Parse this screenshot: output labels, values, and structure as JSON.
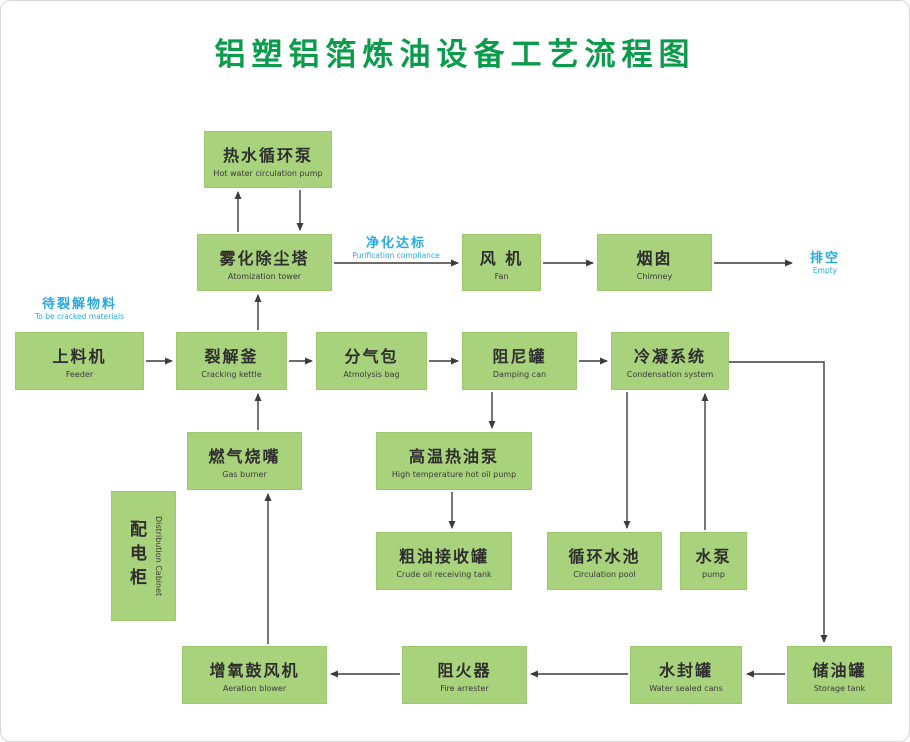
{
  "title": "铝塑铝箔炼油设备工艺流程图",
  "colors": {
    "box": "#a9d27c",
    "title": "#0a9b4b",
    "annotation": "#2aa9df",
    "arrow": "#3c3c3c"
  },
  "nodes": [
    {
      "id": "hot-water-circulation-pump",
      "zh": "热水循环泵",
      "en": "Hot water circulation pump"
    },
    {
      "id": "atomization-tower",
      "zh": "雾化除尘塔",
      "en": "Atomization tower"
    },
    {
      "id": "fan",
      "zh": "风 机",
      "en": "Fan"
    },
    {
      "id": "chimney",
      "zh": "烟囱",
      "en": "Chimney"
    },
    {
      "id": "feeder",
      "zh": "上料机",
      "en": "Feeder"
    },
    {
      "id": "cracking-kettle",
      "zh": "裂解釜",
      "en": "Cracking kettle"
    },
    {
      "id": "atmolysis-bag",
      "zh": "分气包",
      "en": "Atmolysis bag"
    },
    {
      "id": "damping-can",
      "zh": "阻尼罐",
      "en": "Damping can"
    },
    {
      "id": "condensation-system",
      "zh": "冷凝系统",
      "en": "Condensation system"
    },
    {
      "id": "gas-burner",
      "zh": "燃气烧嘴",
      "en": "Gas burner"
    },
    {
      "id": "high-temperature-hot-oil-pump",
      "zh": "高温热油泵",
      "en": "High temperature hot oil pump"
    },
    {
      "id": "distribution-cabinet",
      "zh": "配电柜",
      "en": "Distribution Cabinet"
    },
    {
      "id": "crude-oil-receiving-tank",
      "zh": "粗油接收罐",
      "en": "Crude oil receiving tank"
    },
    {
      "id": "circulation-pool",
      "zh": "循环水池",
      "en": "Circulation pool"
    },
    {
      "id": "water-pump",
      "zh": "水泵",
      "en": "pump"
    },
    {
      "id": "aeration-blower",
      "zh": "增氧鼓风机",
      "en": "Aeration blower"
    },
    {
      "id": "fire-arrester",
      "zh": "阻火器",
      "en": "Fire arrester"
    },
    {
      "id": "water-sealed-cans",
      "zh": "水封罐",
      "en": "Water sealed cans"
    },
    {
      "id": "storage-tank",
      "zh": "储油罐",
      "en": "Storage tank"
    }
  ],
  "annotations": {
    "to_be_cracked": {
      "zh": "待裂解物料",
      "en": "To be cracked materials"
    },
    "purification": {
      "zh": "净化达标",
      "en": "Purification compliance"
    },
    "empty": {
      "zh": "排空",
      "en": "Empty"
    }
  },
  "edges": [
    {
      "from": "atomization-tower",
      "to": "hot-water-circulation-pump"
    },
    {
      "from": "hot-water-circulation-pump",
      "to": "atomization-tower"
    },
    {
      "from": "atomization-tower",
      "to": "fan",
      "label": "净化达标"
    },
    {
      "from": "fan",
      "to": "chimney"
    },
    {
      "from": "chimney",
      "to": "empty",
      "label": "排空"
    },
    {
      "from": "feeder",
      "to": "cracking-kettle"
    },
    {
      "from": "cracking-kettle",
      "to": "atmolysis-bag"
    },
    {
      "from": "atmolysis-bag",
      "to": "damping-can"
    },
    {
      "from": "damping-can",
      "to": "condensation-system"
    },
    {
      "from": "cracking-kettle",
      "to": "atomization-tower"
    },
    {
      "from": "gas-burner",
      "to": "cracking-kettle"
    },
    {
      "from": "damping-can",
      "to": "high-temperature-hot-oil-pump"
    },
    {
      "from": "high-temperature-hot-oil-pump",
      "to": "crude-oil-receiving-tank"
    },
    {
      "from": "condensation-system",
      "to": "circulation-pool"
    },
    {
      "from": "water-pump",
      "to": "condensation-system"
    },
    {
      "from": "condensation-system",
      "to": "storage-tank"
    },
    {
      "from": "storage-tank",
      "to": "water-sealed-cans"
    },
    {
      "from": "water-sealed-cans",
      "to": "fire-arrester"
    },
    {
      "from": "fire-arrester",
      "to": "aeration-blower"
    },
    {
      "from": "aeration-blower",
      "to": "gas-burner"
    }
  ]
}
